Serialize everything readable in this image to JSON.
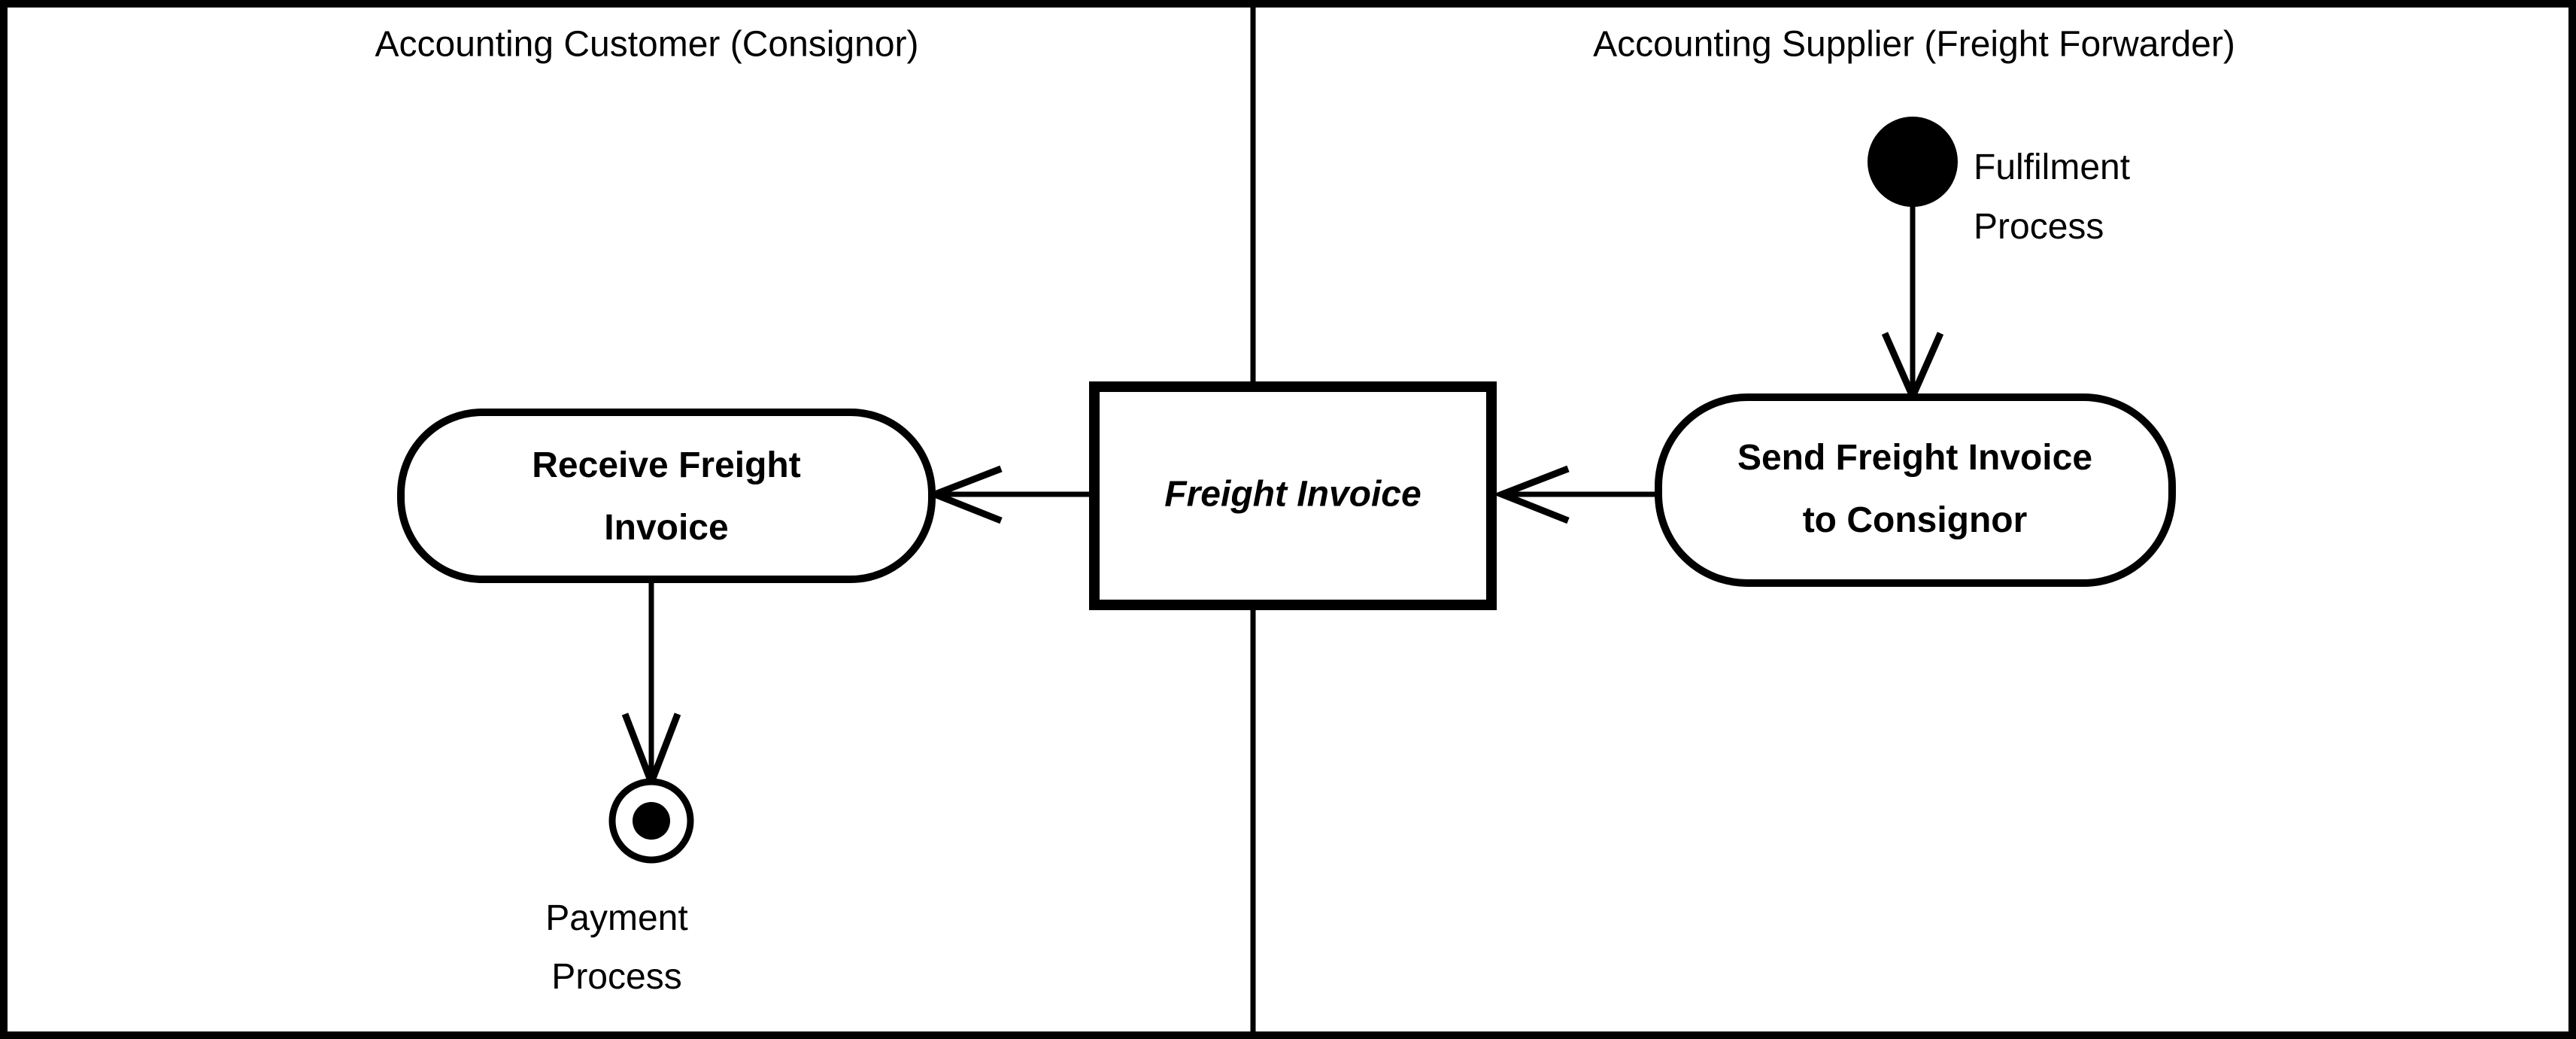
{
  "diagram": {
    "type": "uml-activity-diagram",
    "partitions": [
      {
        "id": "consignor",
        "title": "Accounting Customer (Consignor)"
      },
      {
        "id": "forwarder",
        "title": "Accounting Supplier (Freight Forwarder)"
      }
    ],
    "nodes": {
      "receive_action": {
        "label_line1": "Receive Freight",
        "label_line2": "Invoice"
      },
      "object_node": {
        "label": "Freight Invoice"
      },
      "send_action": {
        "label_line1": "Send Freight Invoice",
        "label_line2": "to Consignor"
      },
      "initial_node": {
        "icon": "filled-circle-icon",
        "annotation_line1": "Fulfilment",
        "annotation_line2": "Process"
      },
      "final_node": {
        "icon": "bullseye-circle-icon",
        "annotation_line1": "Payment",
        "annotation_line2": "Process"
      }
    },
    "edges": [
      {
        "id": "initial-to-send",
        "from": "initial_node",
        "to": "send_action",
        "arrowhead": "open"
      },
      {
        "id": "send-to-object",
        "from": "send_action",
        "to": "object_node",
        "arrowhead": "open"
      },
      {
        "id": "object-to-receive",
        "from": "object_node",
        "to": "receive_action",
        "arrowhead": "open"
      },
      {
        "id": "receive-to-final",
        "from": "receive_action",
        "to": "final_node",
        "arrowhead": "open"
      }
    ],
    "colors": {
      "stroke": "#000000",
      "fill": "#ffffff",
      "background": "#ffffff"
    }
  }
}
